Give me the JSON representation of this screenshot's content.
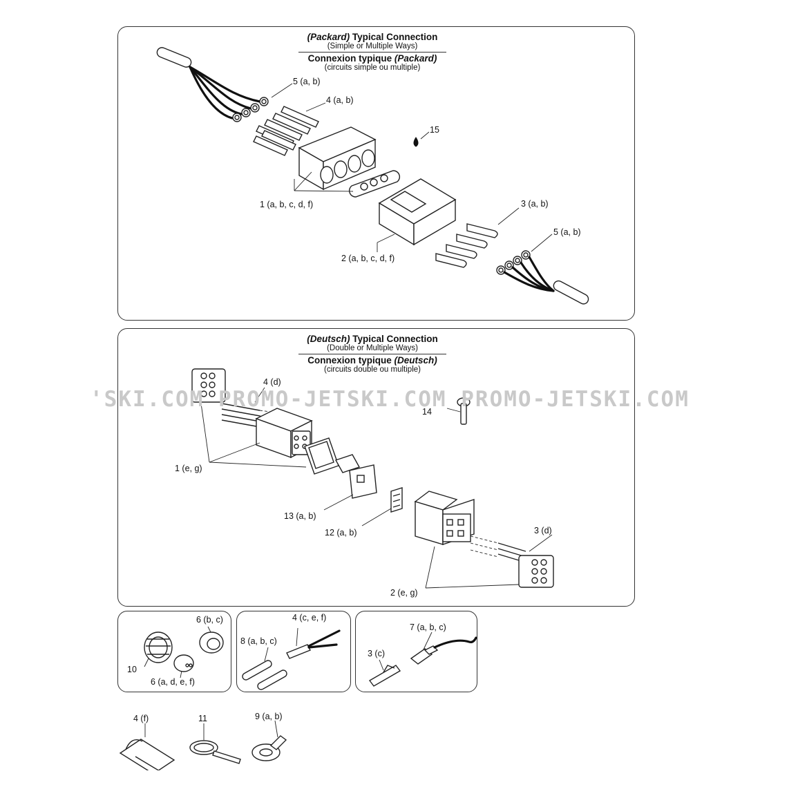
{
  "watermark": "'SKI.COM  PROMO-JETSKI.COM  PROMO-JETSKI.COM",
  "packard": {
    "title_brand": "(Packard)",
    "title_rest": " Typical Connection",
    "subtitle": "(Simple or Multiple Ways)",
    "title_fr_rest": "Connexion typique ",
    "title_fr_brand": "(Packard)",
    "subtitle_fr": "(circuits simple ou multiple)",
    "labels": {
      "l5a": "5 (a, b)",
      "l4": "4 (a, b)",
      "l15": "15",
      "l1": "1 (a, b, c, d, f)",
      "l3": "3 (a, b)",
      "l5b": "5 (a, b)",
      "l2": "2 (a, b, c, d, f)"
    }
  },
  "deutsch": {
    "title_brand": "(Deutsch)",
    "title_rest": " Typical Connection",
    "subtitle": "(Double or Multiple Ways)",
    "title_fr_rest": "Connexion typique ",
    "title_fr_brand": "(Deutsch)",
    "subtitle_fr": "(circuits double ou multiple)",
    "labels": {
      "l4d": "4 (d)",
      "l14": "14",
      "l1": "1 (e, g)",
      "l13": "13 (a, b)",
      "l12": "12 (a, b)",
      "l3d": "3 (d)",
      "l2": "2 (e, g)"
    }
  },
  "box1": {
    "l6bc": "6 (b, c)",
    "l10": "10",
    "l6adef": "6 (a, d, e, f)"
  },
  "box2": {
    "l4cef": "4 (c, e, f)",
    "l8": "8 (a, b, c)"
  },
  "box3": {
    "l7": "7 (a, b, c)",
    "l3c": "3 (c)"
  },
  "loose": {
    "l4f": "4 (f)",
    "l11": "11",
    "l9": "9 (a, b)"
  }
}
